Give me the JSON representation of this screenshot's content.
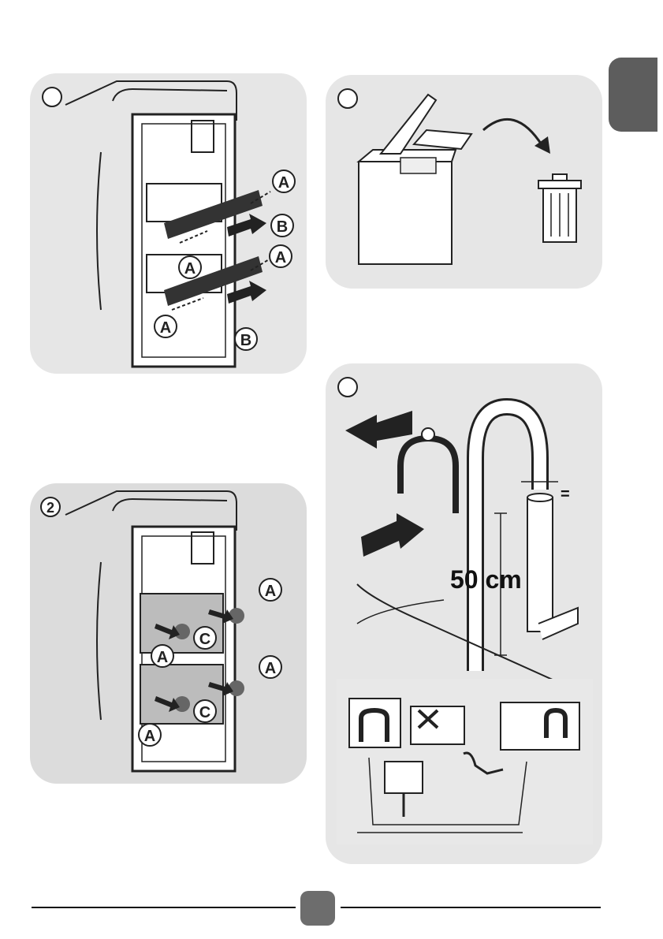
{
  "step2": {
    "number": "2"
  },
  "labels": {
    "a": "A",
    "b": "B",
    "c": "C"
  },
  "hose": {
    "height": "50 cm",
    "equal_sign": "="
  },
  "colors": {
    "panel": "#e6e6e6",
    "tab": "#5d5d5d",
    "badge": "#6d6d6d",
    "line": "#111111"
  }
}
